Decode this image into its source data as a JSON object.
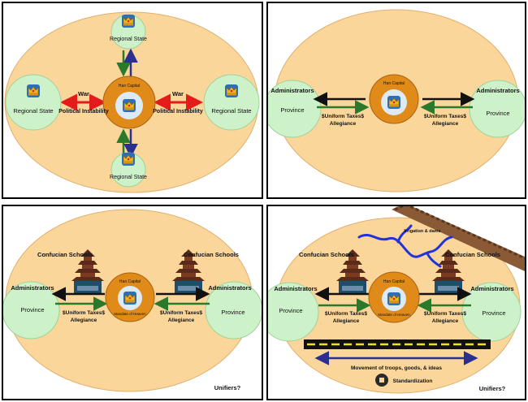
{
  "colors": {
    "ellipse_fill": "#fbd69a",
    "circle_fill": "#cdf2c9",
    "capital_ring": "#e08a1a",
    "capital_inner": "#dceaf6",
    "red_arrow": "#e31b1b",
    "green_arrow": "#2b7a2b",
    "blue_arrow": "#2b2f8e",
    "road": "#111111",
    "road_dash": "#f2e21b",
    "river": "#2233dd",
    "wall": "#8a5a36"
  },
  "icons": [
    "crown-icon",
    "pagoda-icon",
    "coin-icon",
    "great-wall-icon",
    "river-icon"
  ],
  "panel1": {
    "center_label": "Han Capital",
    "top_state": "Regional State",
    "bottom_state": "Regional State",
    "left_state": "Regional State",
    "right_state": "Regional State",
    "left_war": "War",
    "left_instability": "Political Instability",
    "right_war": "War",
    "right_instability": "Political Instability"
  },
  "panel2": {
    "center_label": "Han Capital",
    "left_admin": "Administrators",
    "right_admin": "Administrators",
    "left_province": "Province",
    "right_province": "Province",
    "left_taxes": "$Uniform Taxes$",
    "left_allegiance": "Allegiance",
    "right_taxes": "$Uniform Taxes$",
    "right_allegiance": "Allegiance"
  },
  "panel3": {
    "center_label": "Han Capital",
    "center_mandate": "Mandate of Heaven",
    "left_schools": "Confucian Schools",
    "right_schools": "Confucian Schools",
    "left_admin": "Administrators",
    "right_admin": "Administrators",
    "left_province": "Province",
    "right_province": "Province",
    "left_taxes": "$Uniform Taxes$",
    "left_allegiance": "Allegiance",
    "right_taxes": "$Uniform Taxes$",
    "right_allegiance": "Allegiance",
    "unifiers": "Unifiers?"
  },
  "panel4": {
    "center_label": "Han Capital",
    "center_mandate": "Mandate of Heaven",
    "irrigation": "Irrigation & dams",
    "left_schools": "Confucian Schools",
    "right_schools": "Confucian Schools",
    "left_admin": "Administrators",
    "right_admin": "Administrators",
    "left_province": "Province",
    "right_province": "Province",
    "left_taxes": "$Uniform Taxes$",
    "left_allegiance": "Allegiance",
    "right_taxes": "$Uniform Taxes$",
    "right_allegiance": "Allegiance",
    "movement": "Movement of troops, goods, & ideas",
    "standardization": "Standardization",
    "unifiers": "Unifiers?"
  }
}
